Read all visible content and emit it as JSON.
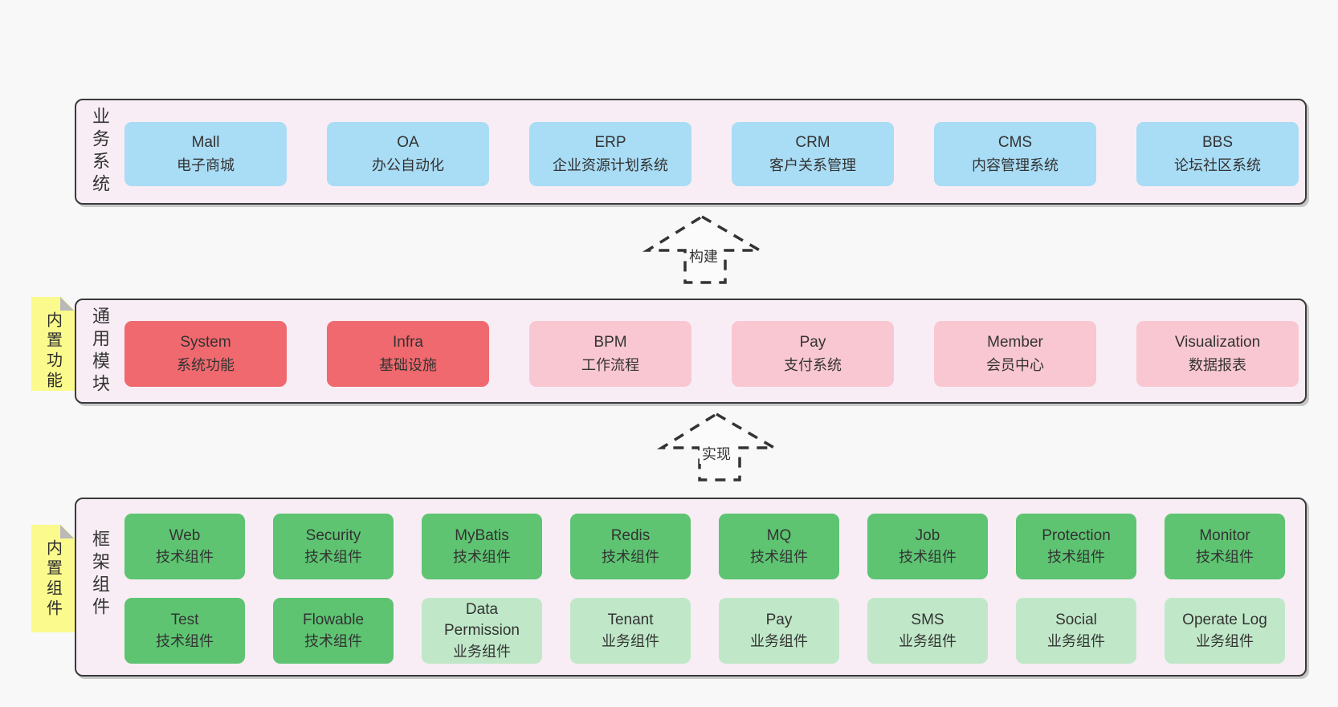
{
  "diagram": {
    "colors": {
      "background": "#f8f8f8",
      "container_fill": "#f8edf5",
      "container_border": "#3a3a3a",
      "blue_box": "#a9dcf5",
      "red_box": "#f0696e",
      "pink_box": "#f9c7d1",
      "green_dark_box": "#5ec472",
      "green_light_box": "#c0e8c8",
      "sticky_yellow": "#fbfa8d",
      "text": "#333333"
    },
    "arrows": [
      {
        "label": "构建"
      },
      {
        "label": "实现"
      }
    ],
    "sections": {
      "business": {
        "side_label": "业务系统",
        "items": [
          {
            "name": "Mall",
            "desc": "电子商城"
          },
          {
            "name": "OA",
            "desc": "办公自动化"
          },
          {
            "name": "ERP",
            "desc": "企业资源计划系统"
          },
          {
            "name": "CRM",
            "desc": "客户关系管理"
          },
          {
            "name": "CMS",
            "desc": "内容管理系统"
          },
          {
            "name": "BBS",
            "desc": "论坛社区系统"
          }
        ]
      },
      "modules": {
        "sticky": "内置功能",
        "side_label": "通用模块",
        "items": [
          {
            "name": "System",
            "desc": "系统功能",
            "variant": "red"
          },
          {
            "name": "Infra",
            "desc": "基础设施",
            "variant": "red"
          },
          {
            "name": "BPM",
            "desc": "工作流程",
            "variant": "pink"
          },
          {
            "name": "Pay",
            "desc": "支付系统",
            "variant": "pink"
          },
          {
            "name": "Member",
            "desc": "会员中心",
            "variant": "pink"
          },
          {
            "name": "Visualization",
            "desc": "数据报表",
            "variant": "pink"
          }
        ]
      },
      "components": {
        "sticky": "内置组件",
        "side_label": "框架组件",
        "row1": [
          {
            "name": "Web",
            "desc": "技术组件",
            "variant": "green-dark"
          },
          {
            "name": "Security",
            "desc": "技术组件",
            "variant": "green-dark"
          },
          {
            "name": "MyBatis",
            "desc": "技术组件",
            "variant": "green-dark"
          },
          {
            "name": "Redis",
            "desc": "技术组件",
            "variant": "green-dark"
          },
          {
            "name": "MQ",
            "desc": "技术组件",
            "variant": "green-dark"
          },
          {
            "name": "Job",
            "desc": "技术组件",
            "variant": "green-dark"
          },
          {
            "name": "Protection",
            "desc": "技术组件",
            "variant": "green-dark"
          },
          {
            "name": "Monitor",
            "desc": "技术组件",
            "variant": "green-dark"
          }
        ],
        "row2": [
          {
            "name": "Test",
            "desc": "技术组件",
            "variant": "green-dark"
          },
          {
            "name": "Flowable",
            "desc": "技术组件",
            "variant": "green-dark"
          },
          {
            "name": "Data Permission",
            "desc": "业务组件",
            "variant": "green-light"
          },
          {
            "name": "Tenant",
            "desc": "业务组件",
            "variant": "green-light"
          },
          {
            "name": "Pay",
            "desc": "业务组件",
            "variant": "green-light"
          },
          {
            "name": "SMS",
            "desc": "业务组件",
            "variant": "green-light"
          },
          {
            "name": "Social",
            "desc": "业务组件",
            "variant": "green-light"
          },
          {
            "name": "Operate Log",
            "desc": "业务组件",
            "variant": "green-light"
          }
        ]
      }
    }
  }
}
